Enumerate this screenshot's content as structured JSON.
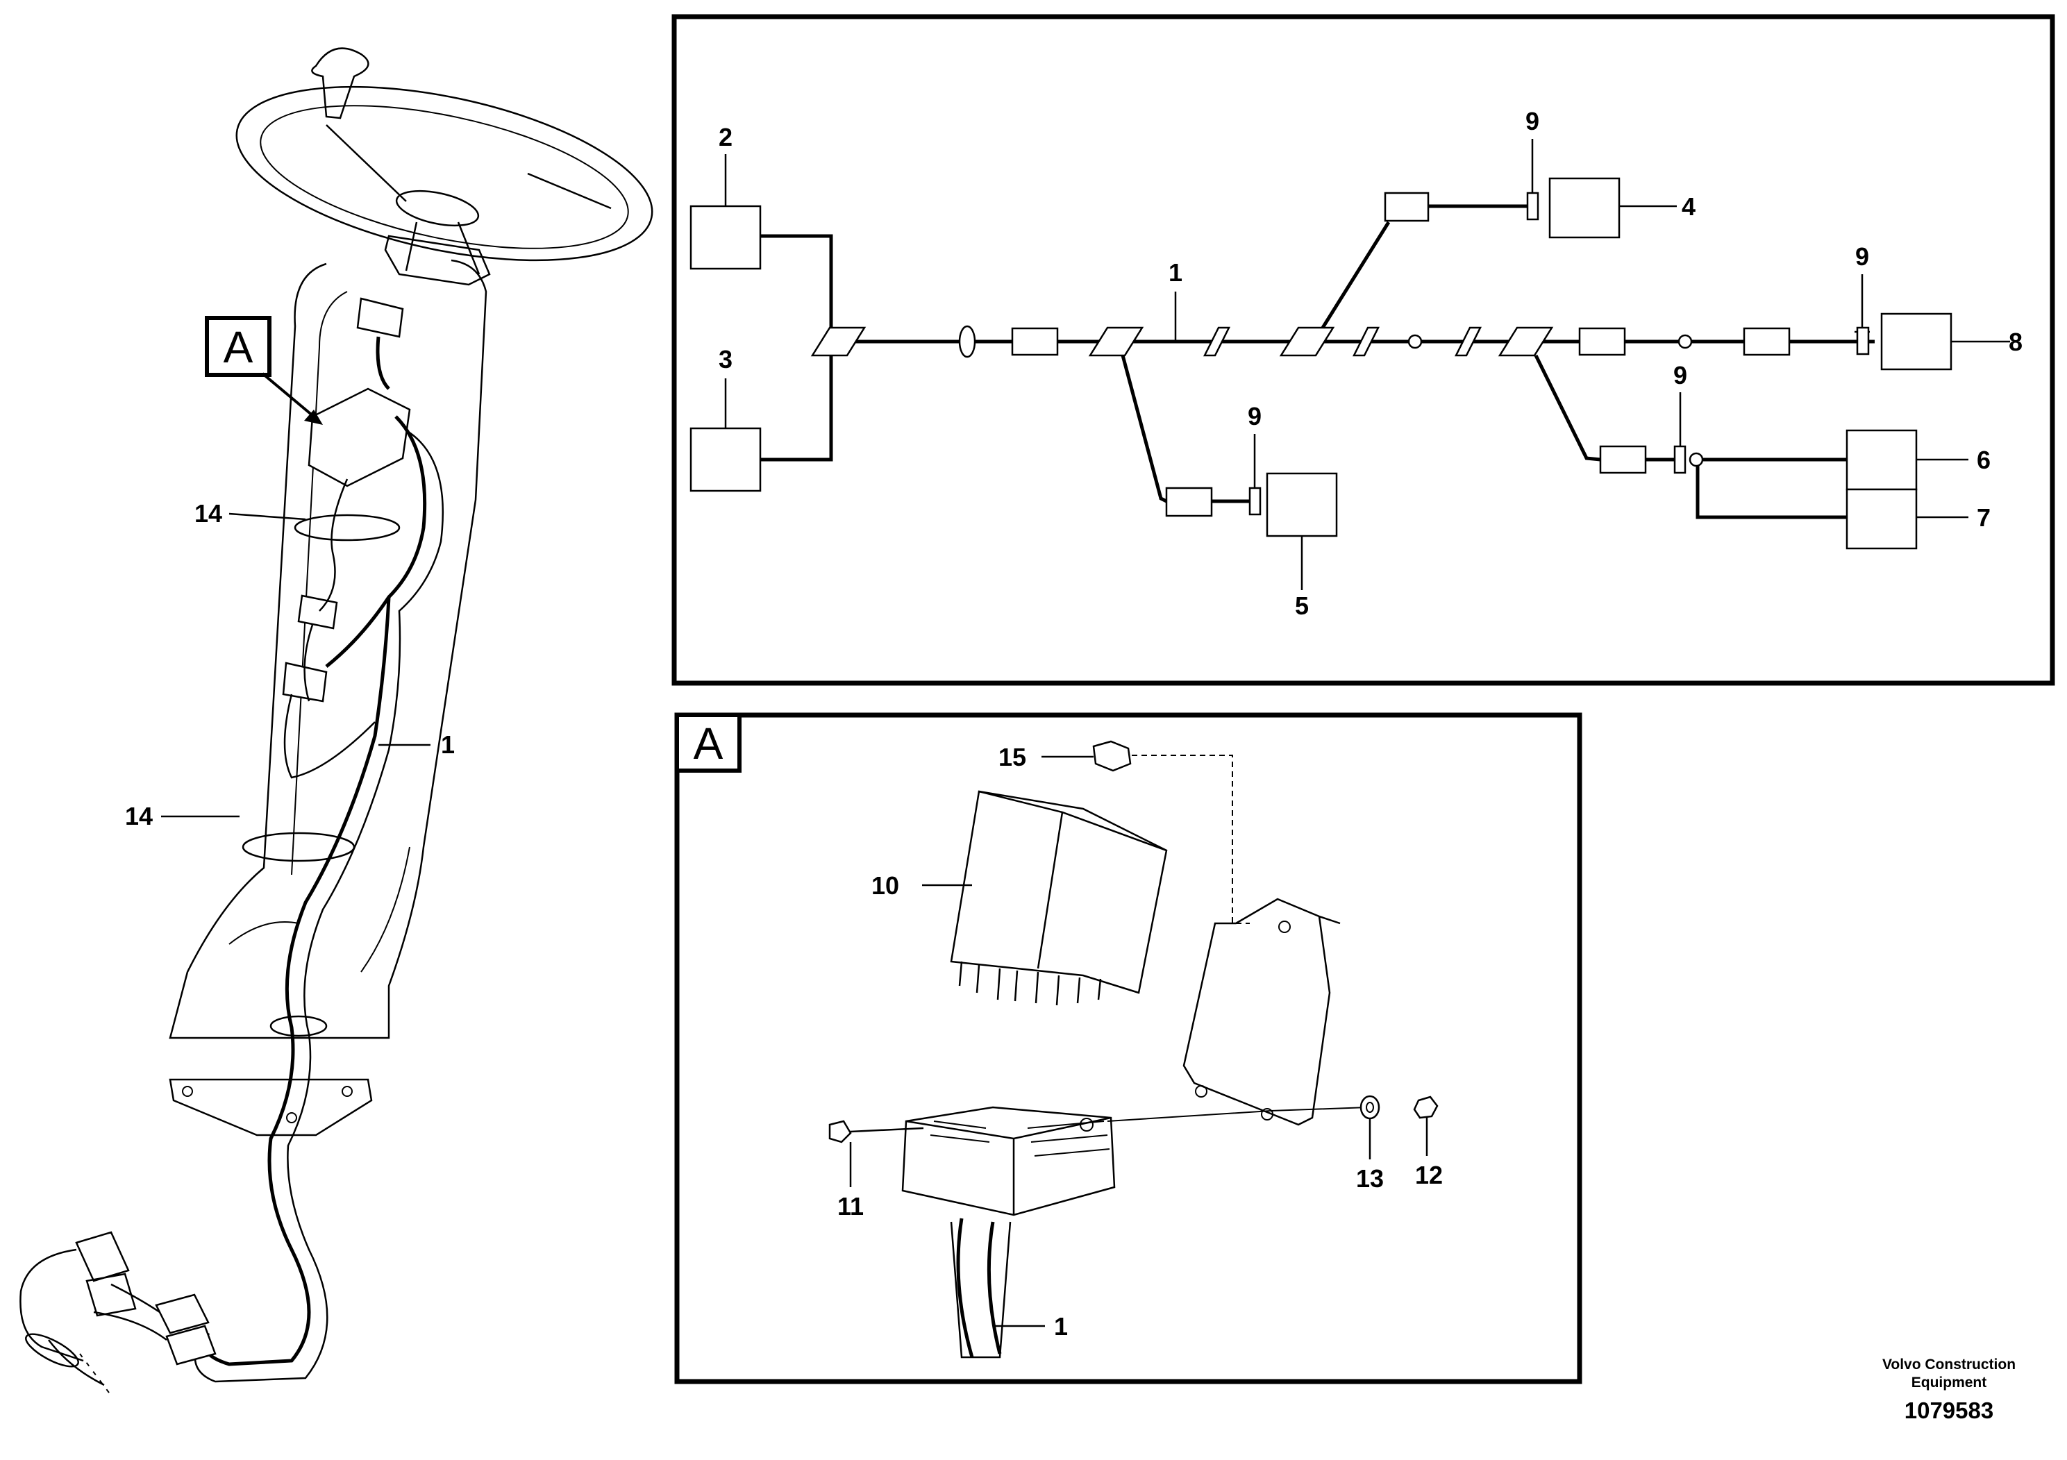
{
  "callouts": {
    "c1": "1",
    "c2": "2",
    "c3": "3",
    "c4": "4",
    "c5": "5",
    "c6": "6",
    "c7": "7",
    "c8": "8",
    "c9": "9",
    "c10": "10",
    "c11": "11",
    "c12": "12",
    "c13": "13",
    "c14": "14",
    "c15": "15"
  },
  "detail_marker": "A",
  "footer": {
    "company_line1": "Volvo Construction",
    "company_line2": "Equipment",
    "drawing_number": "1079583"
  }
}
